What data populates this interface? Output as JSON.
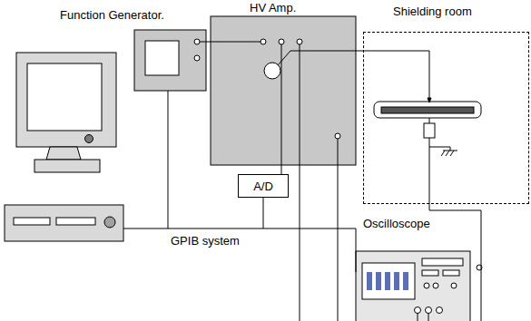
{
  "diagram": {
    "nodes": [
      {
        "text": [
          "Function Generator."
        ]
      },
      {
        "text": [
          "HV Amp."
        ]
      },
      {
        "text": [
          "Shielding room"
        ]
      },
      {
        "text": [
          "A/D"
        ]
      },
      {
        "text": [
          "Oscilloscope"
        ]
      }
    ],
    "edges": [
      {
        "from": 0,
        "to": 1,
        "arrow": "none"
      },
      {
        "from": 3,
        "to": 1,
        "arrow": "none"
      },
      {
        "from": 1,
        "to": 2,
        "arrow": "none"
      }
    ],
    "labels": [
      "GPIB system"
    ]
  }
}
